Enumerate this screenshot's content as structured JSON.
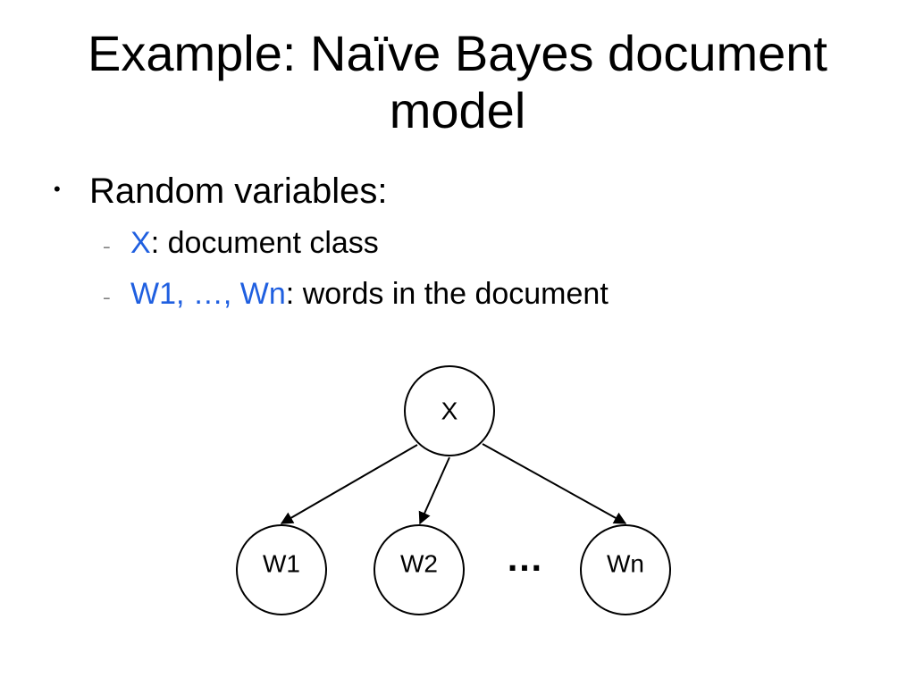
{
  "title": {
    "line1": "Example: Naïve Bayes document",
    "line2": "model"
  },
  "bullets": {
    "main": {
      "marker": "•",
      "text": "Random variables:"
    },
    "sub": [
      {
        "marker": "–",
        "highlight": "X",
        "rest": ": document class"
      },
      {
        "marker": "–",
        "highlight": "W1, …, Wn",
        "rest": ": words in the document"
      }
    ]
  },
  "colors": {
    "highlight": "#1f5fe0",
    "text": "#000000",
    "background": "#ffffff"
  },
  "diagram": {
    "parent": {
      "label": "X"
    },
    "children": [
      {
        "label": "W1"
      },
      {
        "label": "W2"
      },
      {
        "label": "Wn"
      }
    ],
    "ellipsis": "…"
  }
}
